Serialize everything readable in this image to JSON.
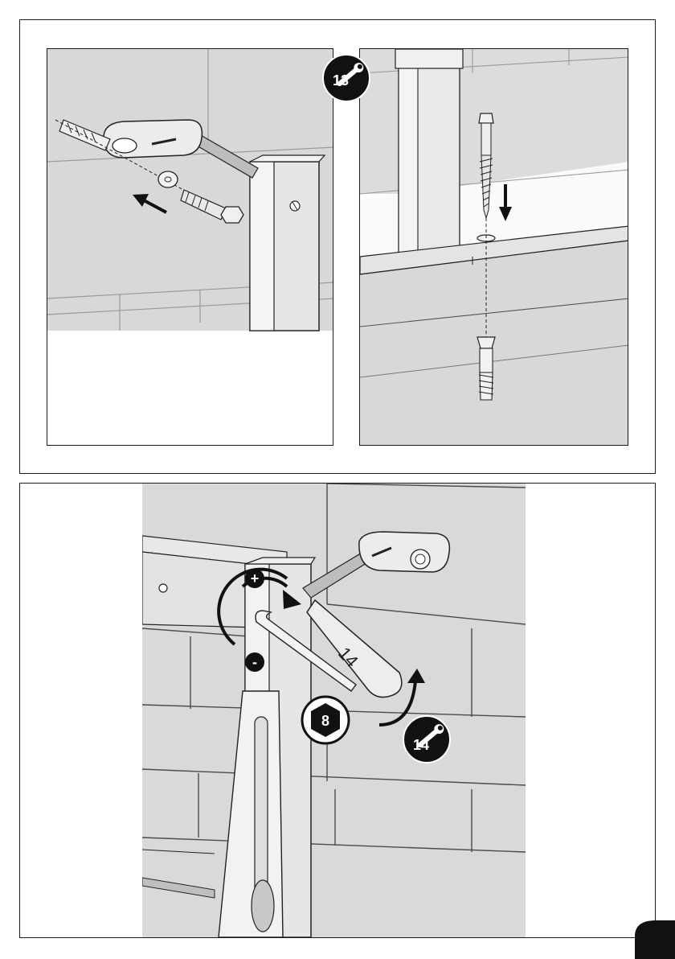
{
  "step_badges": {
    "step_13": "13",
    "step_14": "14",
    "hex_key_size": "8"
  },
  "wrench_label": "14",
  "sign_plus": "+",
  "sign_minus": "-",
  "icons": [
    "wrench-icon",
    "hex-key-icon",
    "rotate-arrow-icon",
    "direction-arrow-icon"
  ],
  "colors": {
    "ink": "#1a1a1a",
    "wall": "#d6d6d6",
    "paper": "#ffffff"
  }
}
